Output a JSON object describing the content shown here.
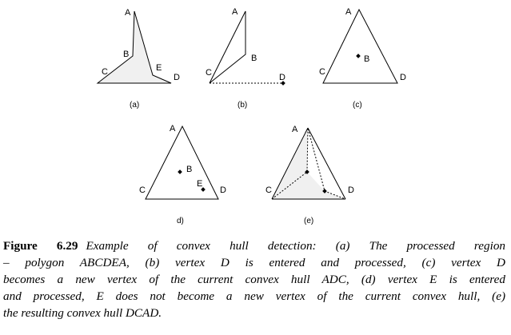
{
  "figure": {
    "panels": [
      {
        "id": "a",
        "sublabel": "(a)",
        "vertex_labels": {
          "A": "A",
          "B": "B",
          "C": "C",
          "D": "D",
          "E": "E"
        }
      },
      {
        "id": "b",
        "sublabel": "(b)",
        "vertex_labels": {
          "A": "A",
          "B": "B",
          "C": "C",
          "D": "D"
        }
      },
      {
        "id": "c",
        "sublabel": "(c)",
        "vertex_labels": {
          "A": "A",
          "B": "B",
          "C": "C",
          "D": "D"
        }
      },
      {
        "id": "d",
        "sublabel": "d)",
        "vertex_labels": {
          "A": "A",
          "B": "B",
          "C": "C",
          "D": "D",
          "E": "E"
        }
      },
      {
        "id": "e",
        "sublabel": "(e)",
        "vertex_labels": {
          "A": "A",
          "C": "C",
          "D": "D"
        }
      }
    ]
  },
  "caption": {
    "number": "Figure 6.29",
    "lines": [
      "Example of convex hull detection: (a) The processed region",
      "– polygon ABCDEA, (b) vertex D is entered and processed, (c) vertex D",
      "becomes a new vertex of the current convex hull ADC, (d) vertex E is entered",
      "and processed, E does not become a new vertex of the current convex hull, (e)",
      "the resulting convex hull DCAD."
    ]
  },
  "colors": {
    "region_fill": "#f0f0f0",
    "stroke": "#000000"
  }
}
